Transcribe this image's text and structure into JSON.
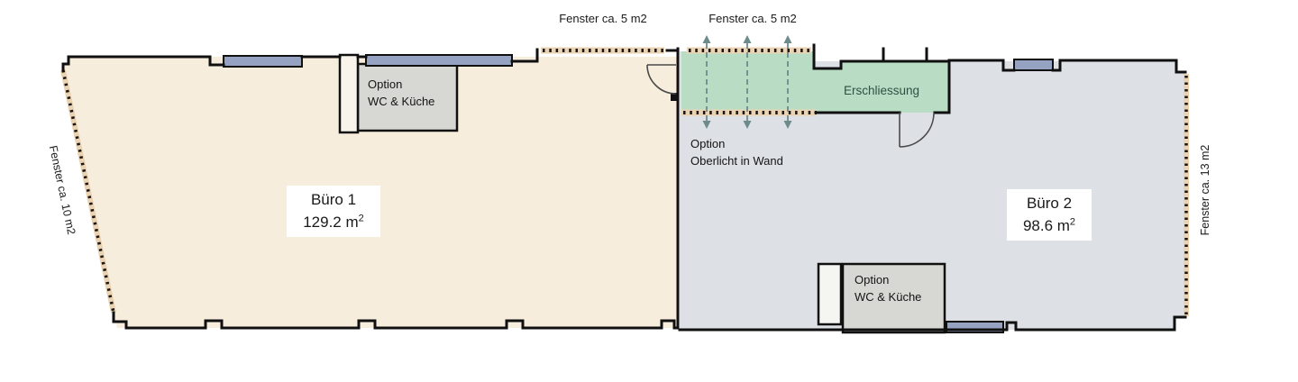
{
  "floorplan": {
    "rooms": {
      "buero1": {
        "name": "Büro 1",
        "area_main": "129.2 m",
        "area_sup": "2",
        "fill": "#f7eddc"
      },
      "buero2": {
        "name": "Büro 2",
        "area_main": "98.6 m",
        "area_sup": "2",
        "fill": "#dde1e6"
      },
      "erschliessung": {
        "name": "Erschliessung",
        "fill": "#b9dcc4"
      }
    },
    "window_bands": {
      "top_left": "Fenster ca. 5 m2",
      "top_right": "Fenster ca. 5 m2",
      "left": "Fenster ca. 10 m2",
      "right": "Fenster ca. 13 m2"
    },
    "options": {
      "buero1_wc": {
        "line1": "Option",
        "line2": "WC & Küche"
      },
      "buero2_wc": {
        "line1": "Option",
        "line2": "WC & Küche"
      },
      "oberlicht": {
        "line1": "Option",
        "line2": "Oberlicht in Wand"
      }
    },
    "colors": {
      "wall": "#101010",
      "buero1_fill": "#f7eddc",
      "buero2_fill": "#dde1e6",
      "erschliessung_fill": "#b9dcc4",
      "window_fill": "#96a2c2",
      "window_band_underlay": "#ead3b2",
      "option_box_fill": "#d7d7d3",
      "arrow": "#6d8b8b",
      "door_arc": "#4a4a4a"
    }
  }
}
